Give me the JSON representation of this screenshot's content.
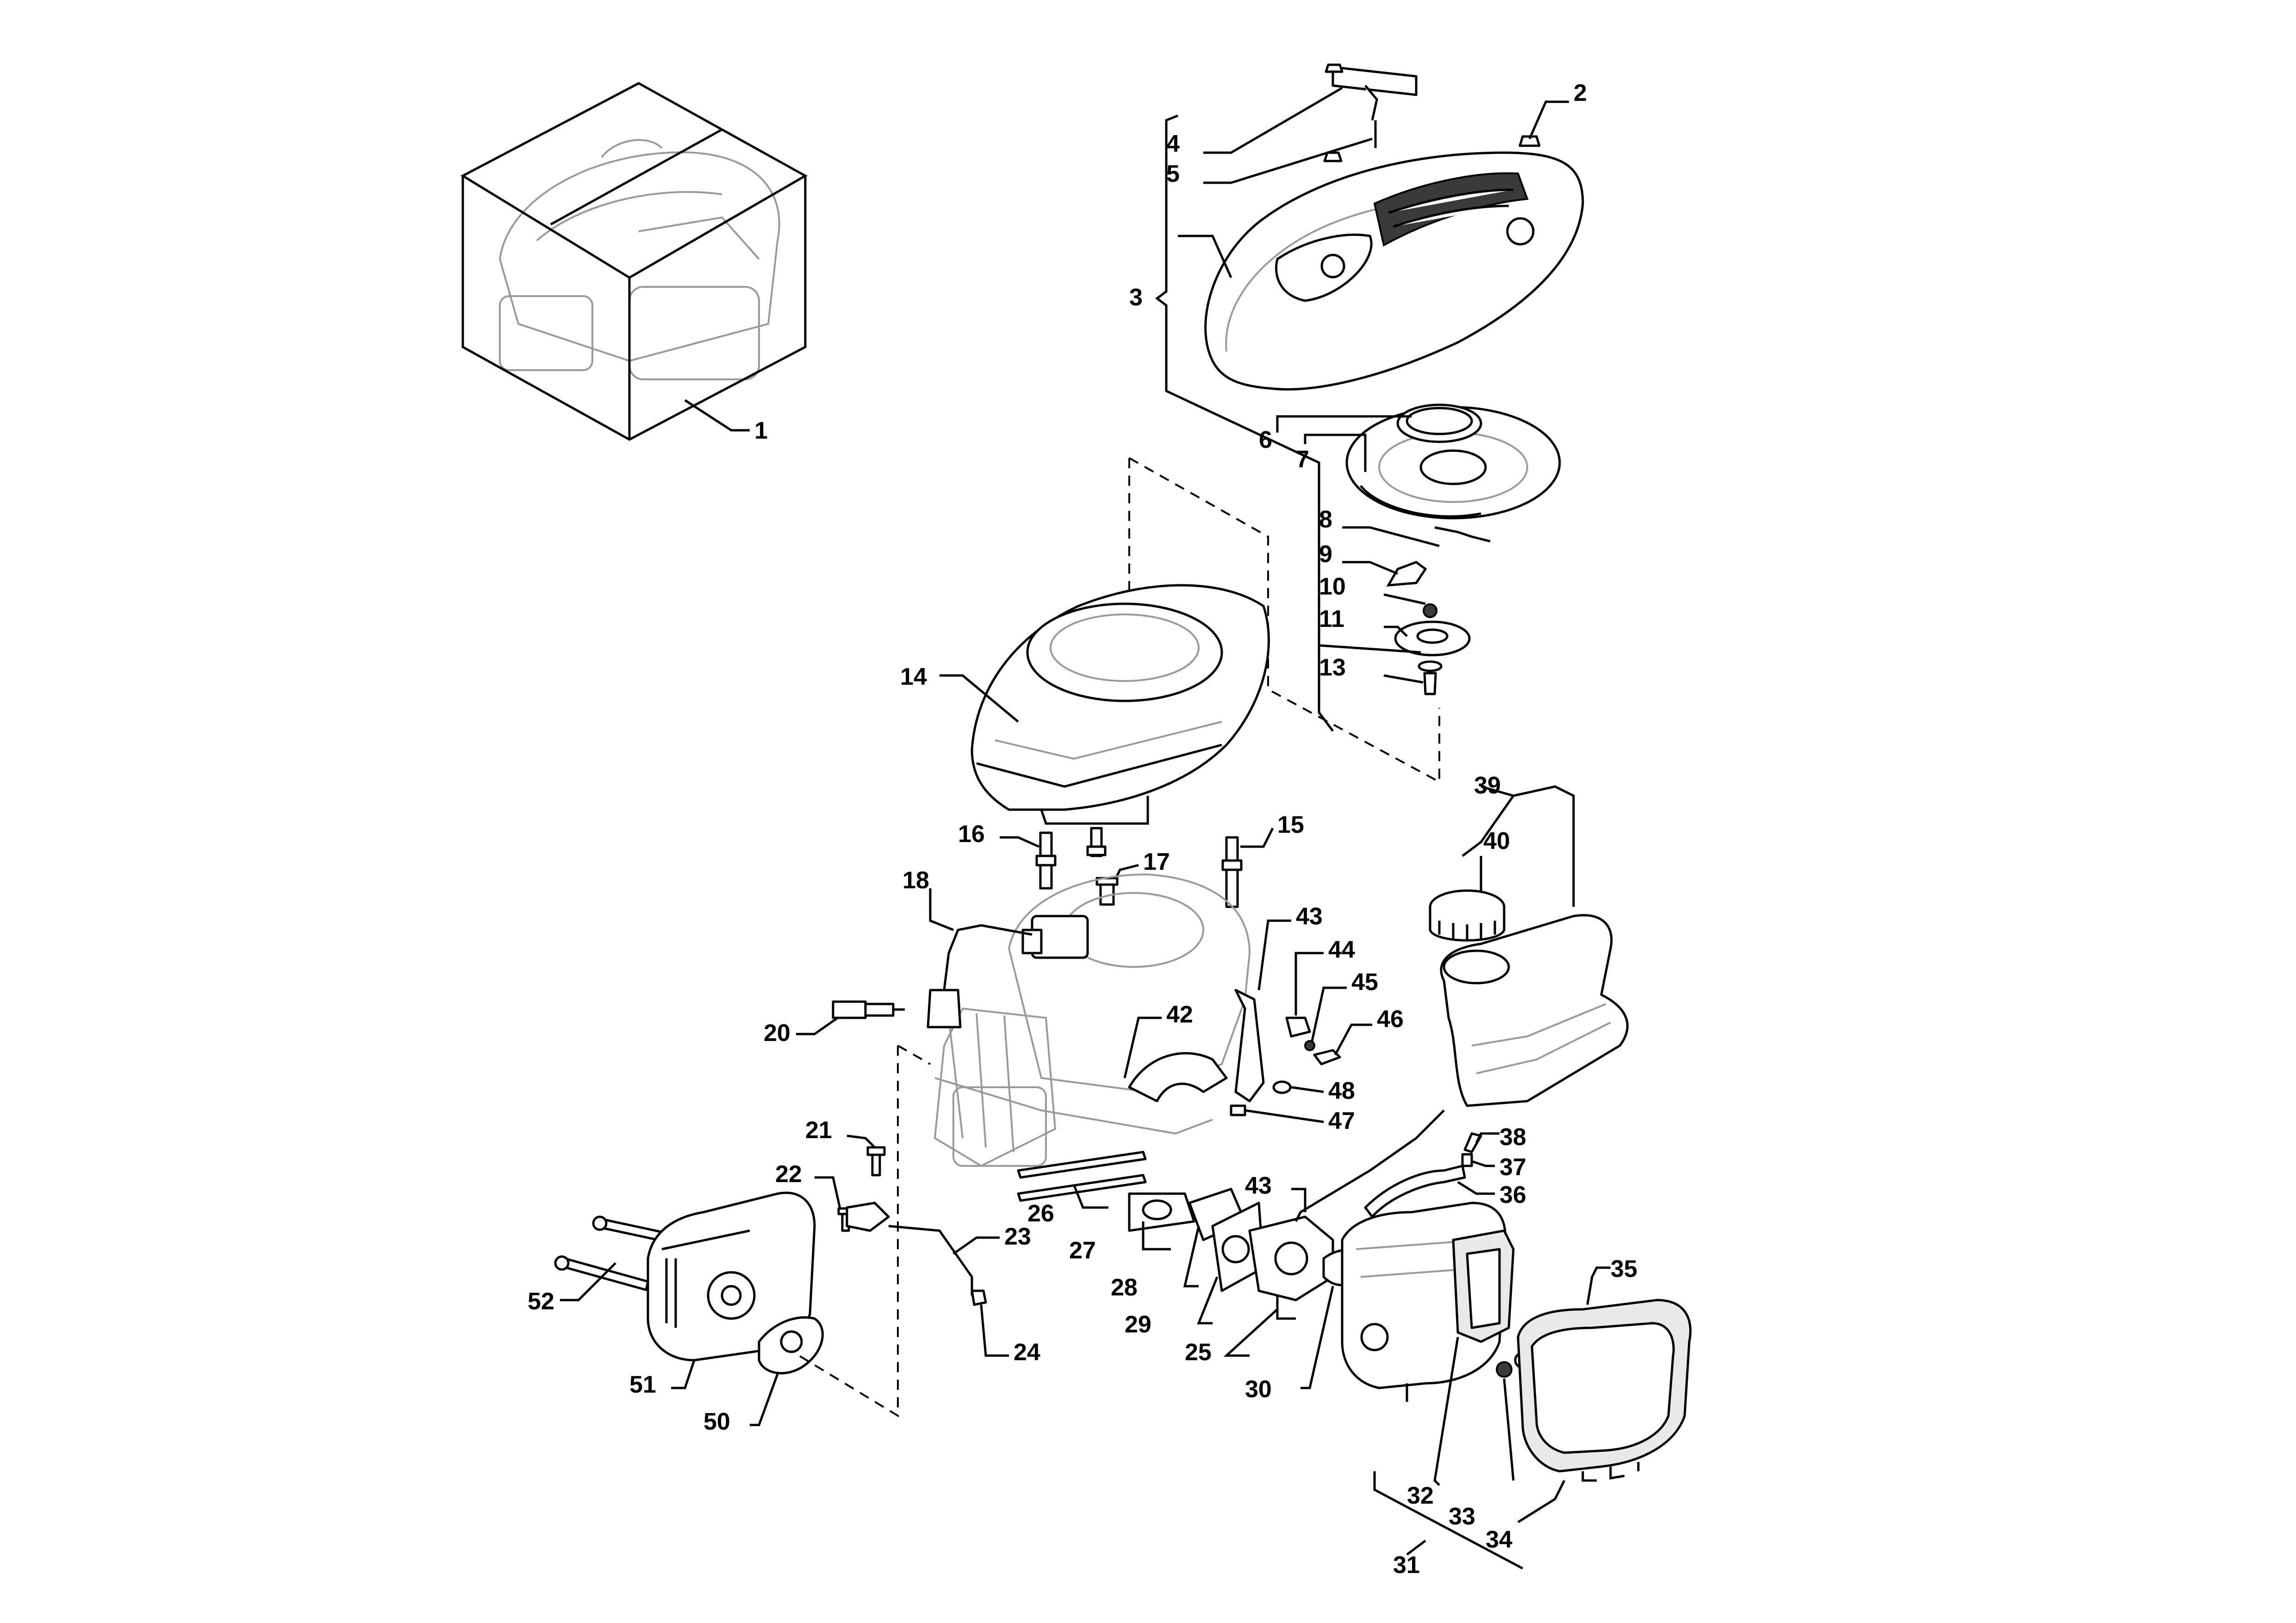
{
  "labels": {
    "p1": "1",
    "p2": "2",
    "p3": "3",
    "p4": "4",
    "p5": "5",
    "p6": "6",
    "p7": "7",
    "p8": "8",
    "p9": "9",
    "p10": "10",
    "p11": "11",
    "p13": "13",
    "p14": "14",
    "p15": "15",
    "p16": "16",
    "p17": "17",
    "p18": "18",
    "p20": "20",
    "p21": "21",
    "p22": "22",
    "p23": "23",
    "p24": "24",
    "p25": "25",
    "p26": "26",
    "p27": "27",
    "p28": "28",
    "p29": "29",
    "p30": "30",
    "p31": "31",
    "p32": "32",
    "p33": "33",
    "p34": "34",
    "p35": "35",
    "p36": "36",
    "p37": "37",
    "p38": "38",
    "p39": "39",
    "p40": "40",
    "p42": "42",
    "p43a": "43",
    "p43b": "43",
    "p44": "44",
    "p45": "45",
    "p46": "46",
    "p47": "47",
    "p48": "48",
    "p50": "50",
    "p51": "51",
    "p52": "52"
  }
}
